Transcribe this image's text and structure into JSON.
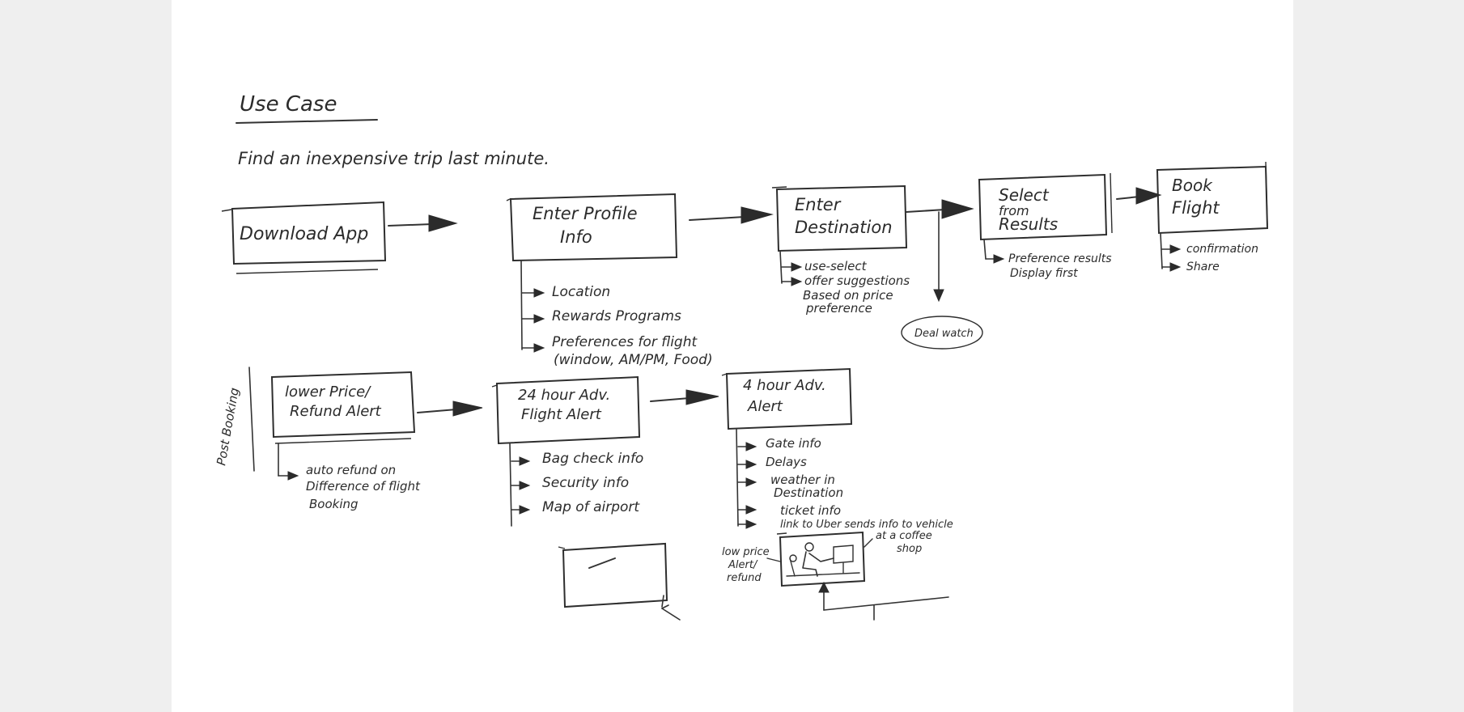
{
  "title": "Use Case",
  "subtitle": "Find an inexpensive trip last minute.",
  "colors": {
    "page_background": "#efefef",
    "paper": "#ffffff",
    "ink": "#2b2b2b"
  },
  "flow_top": [
    {
      "id": "download",
      "lines": [
        "Download App"
      ],
      "notes": []
    },
    {
      "id": "profile",
      "lines": [
        "Enter Profile",
        "Info"
      ],
      "notes": [
        "Location",
        "Rewards Programs",
        "Preferences for flight",
        "(window, AM/PM, Food)"
      ]
    },
    {
      "id": "destination",
      "lines": [
        "Enter",
        "Destination"
      ],
      "notes": [
        "use-select",
        "offer suggestions",
        "Based on price",
        "preference"
      ]
    },
    {
      "id": "results",
      "lines": [
        "Select",
        "from",
        "Results"
      ],
      "notes": [
        "Preference results",
        "Display first"
      ]
    },
    {
      "id": "book",
      "lines": [
        "Book",
        "Flight"
      ],
      "notes": [
        "confirmation",
        "Share"
      ]
    }
  ],
  "deal_watch": "Deal watch",
  "side_label": "Post Booking",
  "flow_bottom": [
    {
      "id": "refund",
      "lines": [
        "lower Price/",
        "Refund Alert"
      ],
      "notes": [
        "auto refund on",
        "Difference of flight",
        "Booking"
      ]
    },
    {
      "id": "alert24",
      "lines": [
        "24 hour Adv.",
        "Flight Alert"
      ],
      "notes": [
        "Bag check info",
        "Security info",
        "Map of airport"
      ]
    },
    {
      "id": "alert4",
      "lines": [
        "4 hour Adv.",
        "Alert"
      ],
      "notes": [
        "Gate info",
        "Delays",
        "weather in",
        "Destination",
        "ticket info",
        "link to Uber sends info to vehicle"
      ]
    }
  ],
  "sketch_labels": {
    "left": [
      "low price",
      "Alert/",
      "refund"
    ],
    "right": [
      "at a coffee",
      "shop"
    ]
  }
}
